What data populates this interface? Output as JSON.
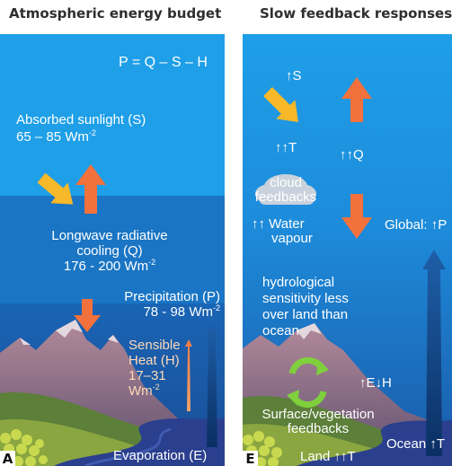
{
  "panel_a": {
    "title": "Atmospheric energy budget",
    "equation": "P = Q – S – H",
    "absorbed_label": "Absorbed sunlight (S)",
    "absorbed_value": "65 – 85 Wm",
    "absorbed_exp": "-2",
    "longwave_line1": "Longwave radiative",
    "longwave_line2": "cooling (Q)",
    "longwave_value": "176 - 200 Wm",
    "longwave_exp": "-2",
    "precip_label": "Precipitation (P)",
    "precip_value": "78 - 98 Wm",
    "precip_exp": "-2",
    "sensible_line1": "Sensible",
    "sensible_line2": "Heat (H)",
    "sensible_value": "17–31",
    "sensible_unit": "Wm",
    "sensible_exp": "-2",
    "evaporation_label": "Evaporation (E)",
    "panel_letter": "A"
  },
  "panel_b": {
    "title": "Slow feedback responses",
    "s_label": "↑S",
    "t_label": "↑↑T",
    "q_label": "↑↑Q",
    "cloud_line1": "cloud",
    "cloud_line2": "feedbacks",
    "water_line1": "↑↑ Water",
    "water_line2": "vapour",
    "global_label": "Global: ↑P",
    "hydro_line1": "hydrological",
    "hydro_line2": "sensitivity less",
    "hydro_line3": "over land than",
    "hydro_line4": "ocean",
    "eh_label": "↑E↓H",
    "surface_line1": "Surface/vegetation",
    "surface_line2": "feedbacks",
    "land_label": "Land ↑↑T",
    "ocean_label": "Ocean ↑T",
    "panel_letter": "E"
  },
  "colors": {
    "sky_top": "#1e9fe8",
    "sky_band": "#1a75c4",
    "sky_low": "#1859a6",
    "sun_arrow": "#f7b82a",
    "orange_arrow": "#f2713c",
    "blue_arrow": "#0d3f7a",
    "mountain": "#8a6b7c",
    "grass": "#b5c94a"
  }
}
